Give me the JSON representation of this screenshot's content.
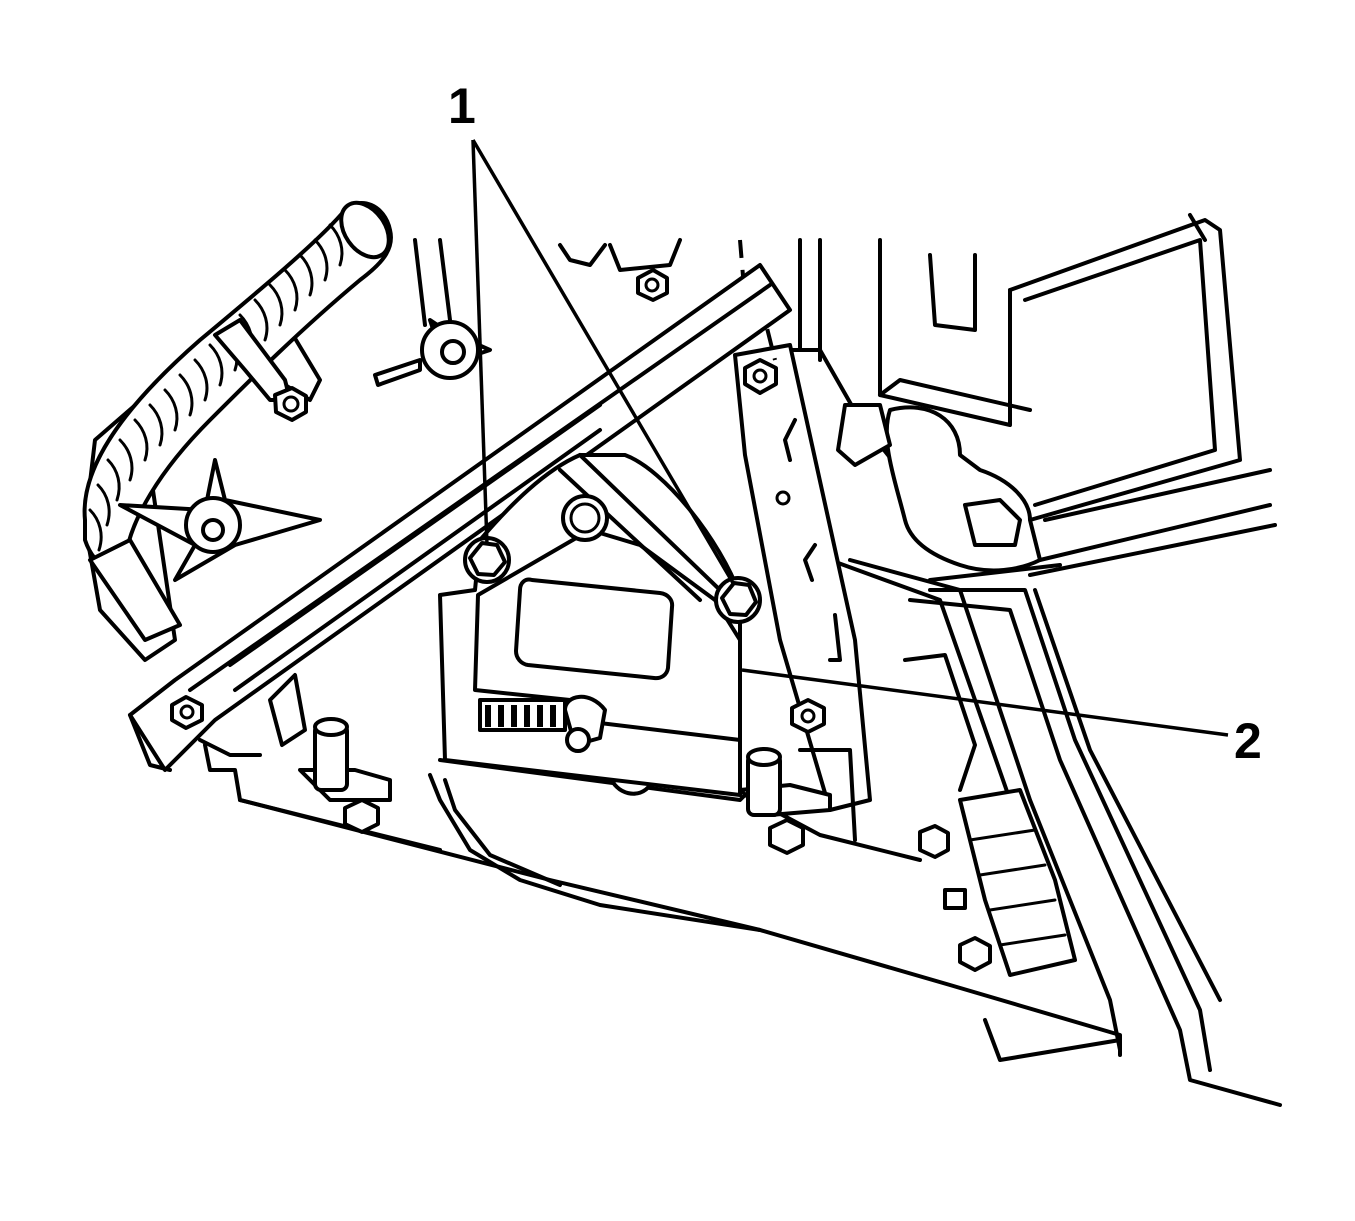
{
  "callouts": [
    {
      "id": "1",
      "label": "1"
    },
    {
      "id": "2",
      "label": "2"
    }
  ],
  "icons": [
    "bolt-icon",
    "wiring-harness-icon",
    "actuator-icon",
    "electrical-connector-icon"
  ],
  "colors": {
    "line": "#000000",
    "background": "#ffffff"
  }
}
